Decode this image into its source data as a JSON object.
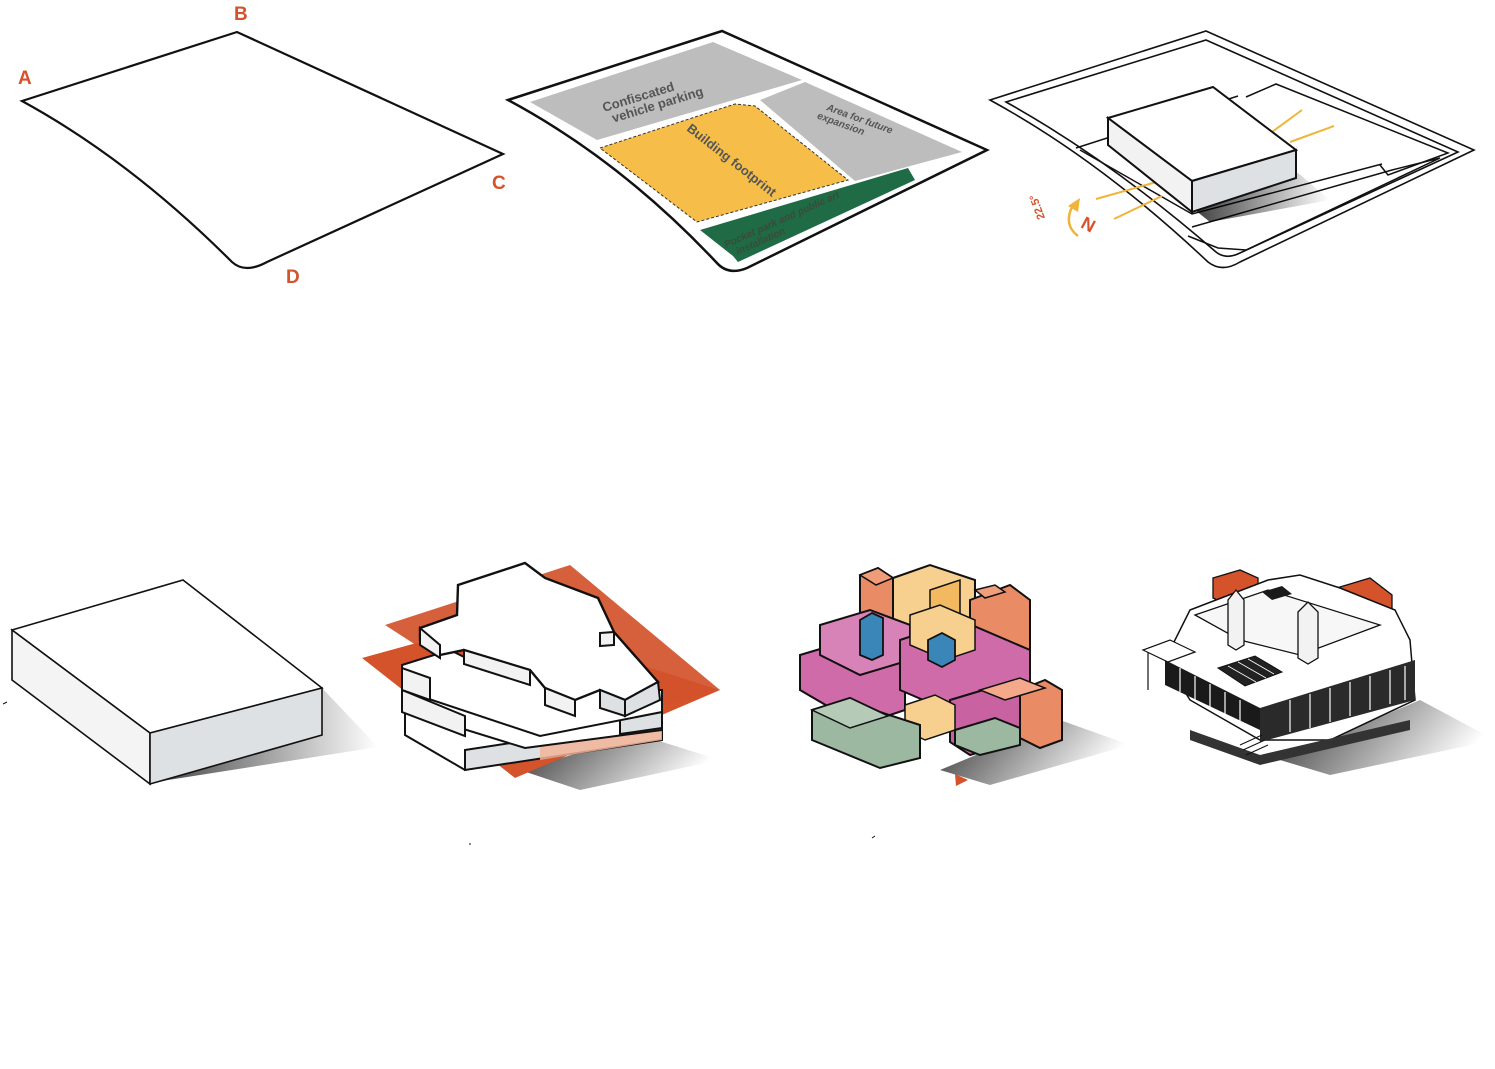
{
  "colors": {
    "accent": "#D4532B",
    "parking": "#BDBDBD",
    "footprint": "#F6BE49",
    "park": "#1F6B46",
    "sun": "#F0B43A",
    "massing_side": "#DDE1E4",
    "pink": "#CF6BA9",
    "light_orange": "#F7CF8E",
    "salmon": "#E98B65",
    "blue": "#3B86B8",
    "sage": "#9DB8A0"
  },
  "site_outline": {
    "corners": [
      "A",
      "B",
      "C",
      "D"
    ]
  },
  "site_zoning": {
    "zones": [
      {
        "label_line1": "Confiscated",
        "label_line2": "vehicle parking"
      },
      {
        "label_line1": "Area for future",
        "label_line2": "expansion"
      },
      {
        "label_line1": "Building footprint",
        "label_line2": ""
      },
      {
        "label_line1": "Pocket park and public art",
        "label_line2": "installation"
      }
    ]
  },
  "orientation": {
    "north_label": "N",
    "rotation_label": "22.5°"
  }
}
